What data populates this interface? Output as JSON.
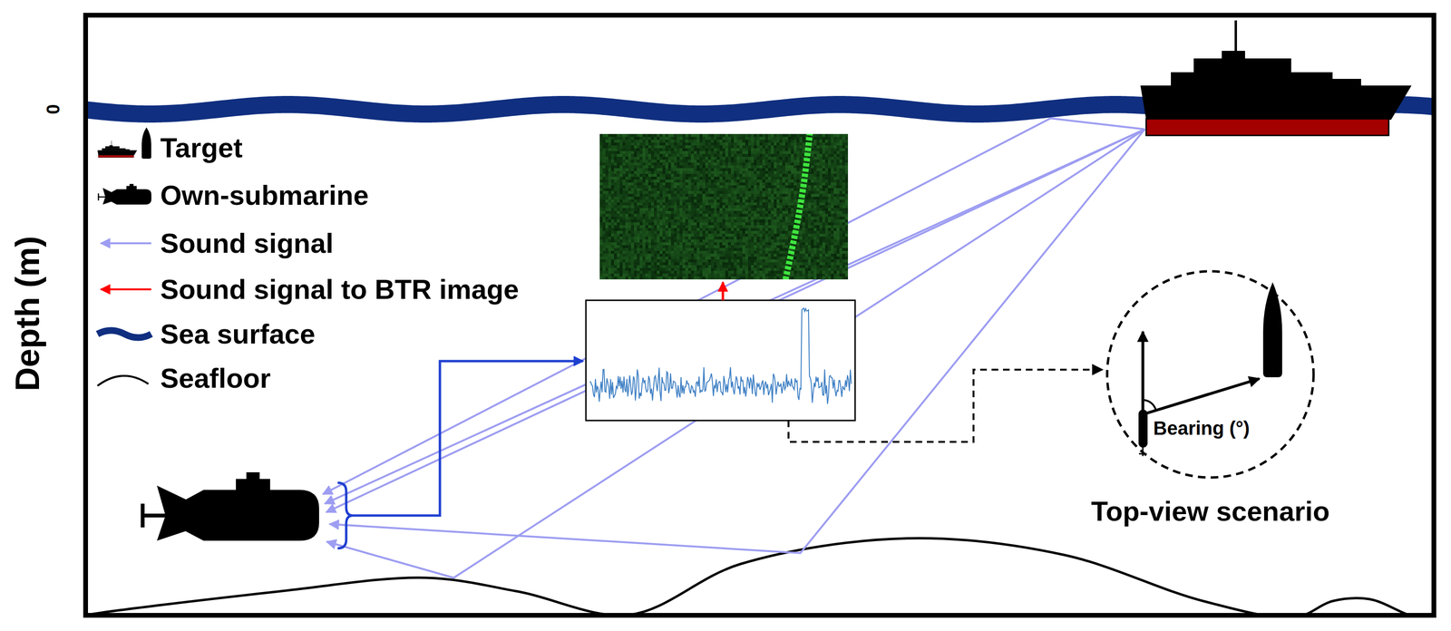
{
  "diagram": {
    "nodes": [
      {
        "text": [
          "Bearing (°)",
          "Top-view scenario"
        ]
      }
    ],
    "labels": [
      "0",
      "Depth (m)"
    ],
    "legend": [
      {
        "text": "Target"
      },
      {
        "text": "Own-submarine"
      },
      {
        "text": "Sound signal"
      },
      {
        "text": "Sound signal to BTR image"
      },
      {
        "text": "Sea surface"
      },
      {
        "text": "Seafloor"
      }
    ]
  }
}
